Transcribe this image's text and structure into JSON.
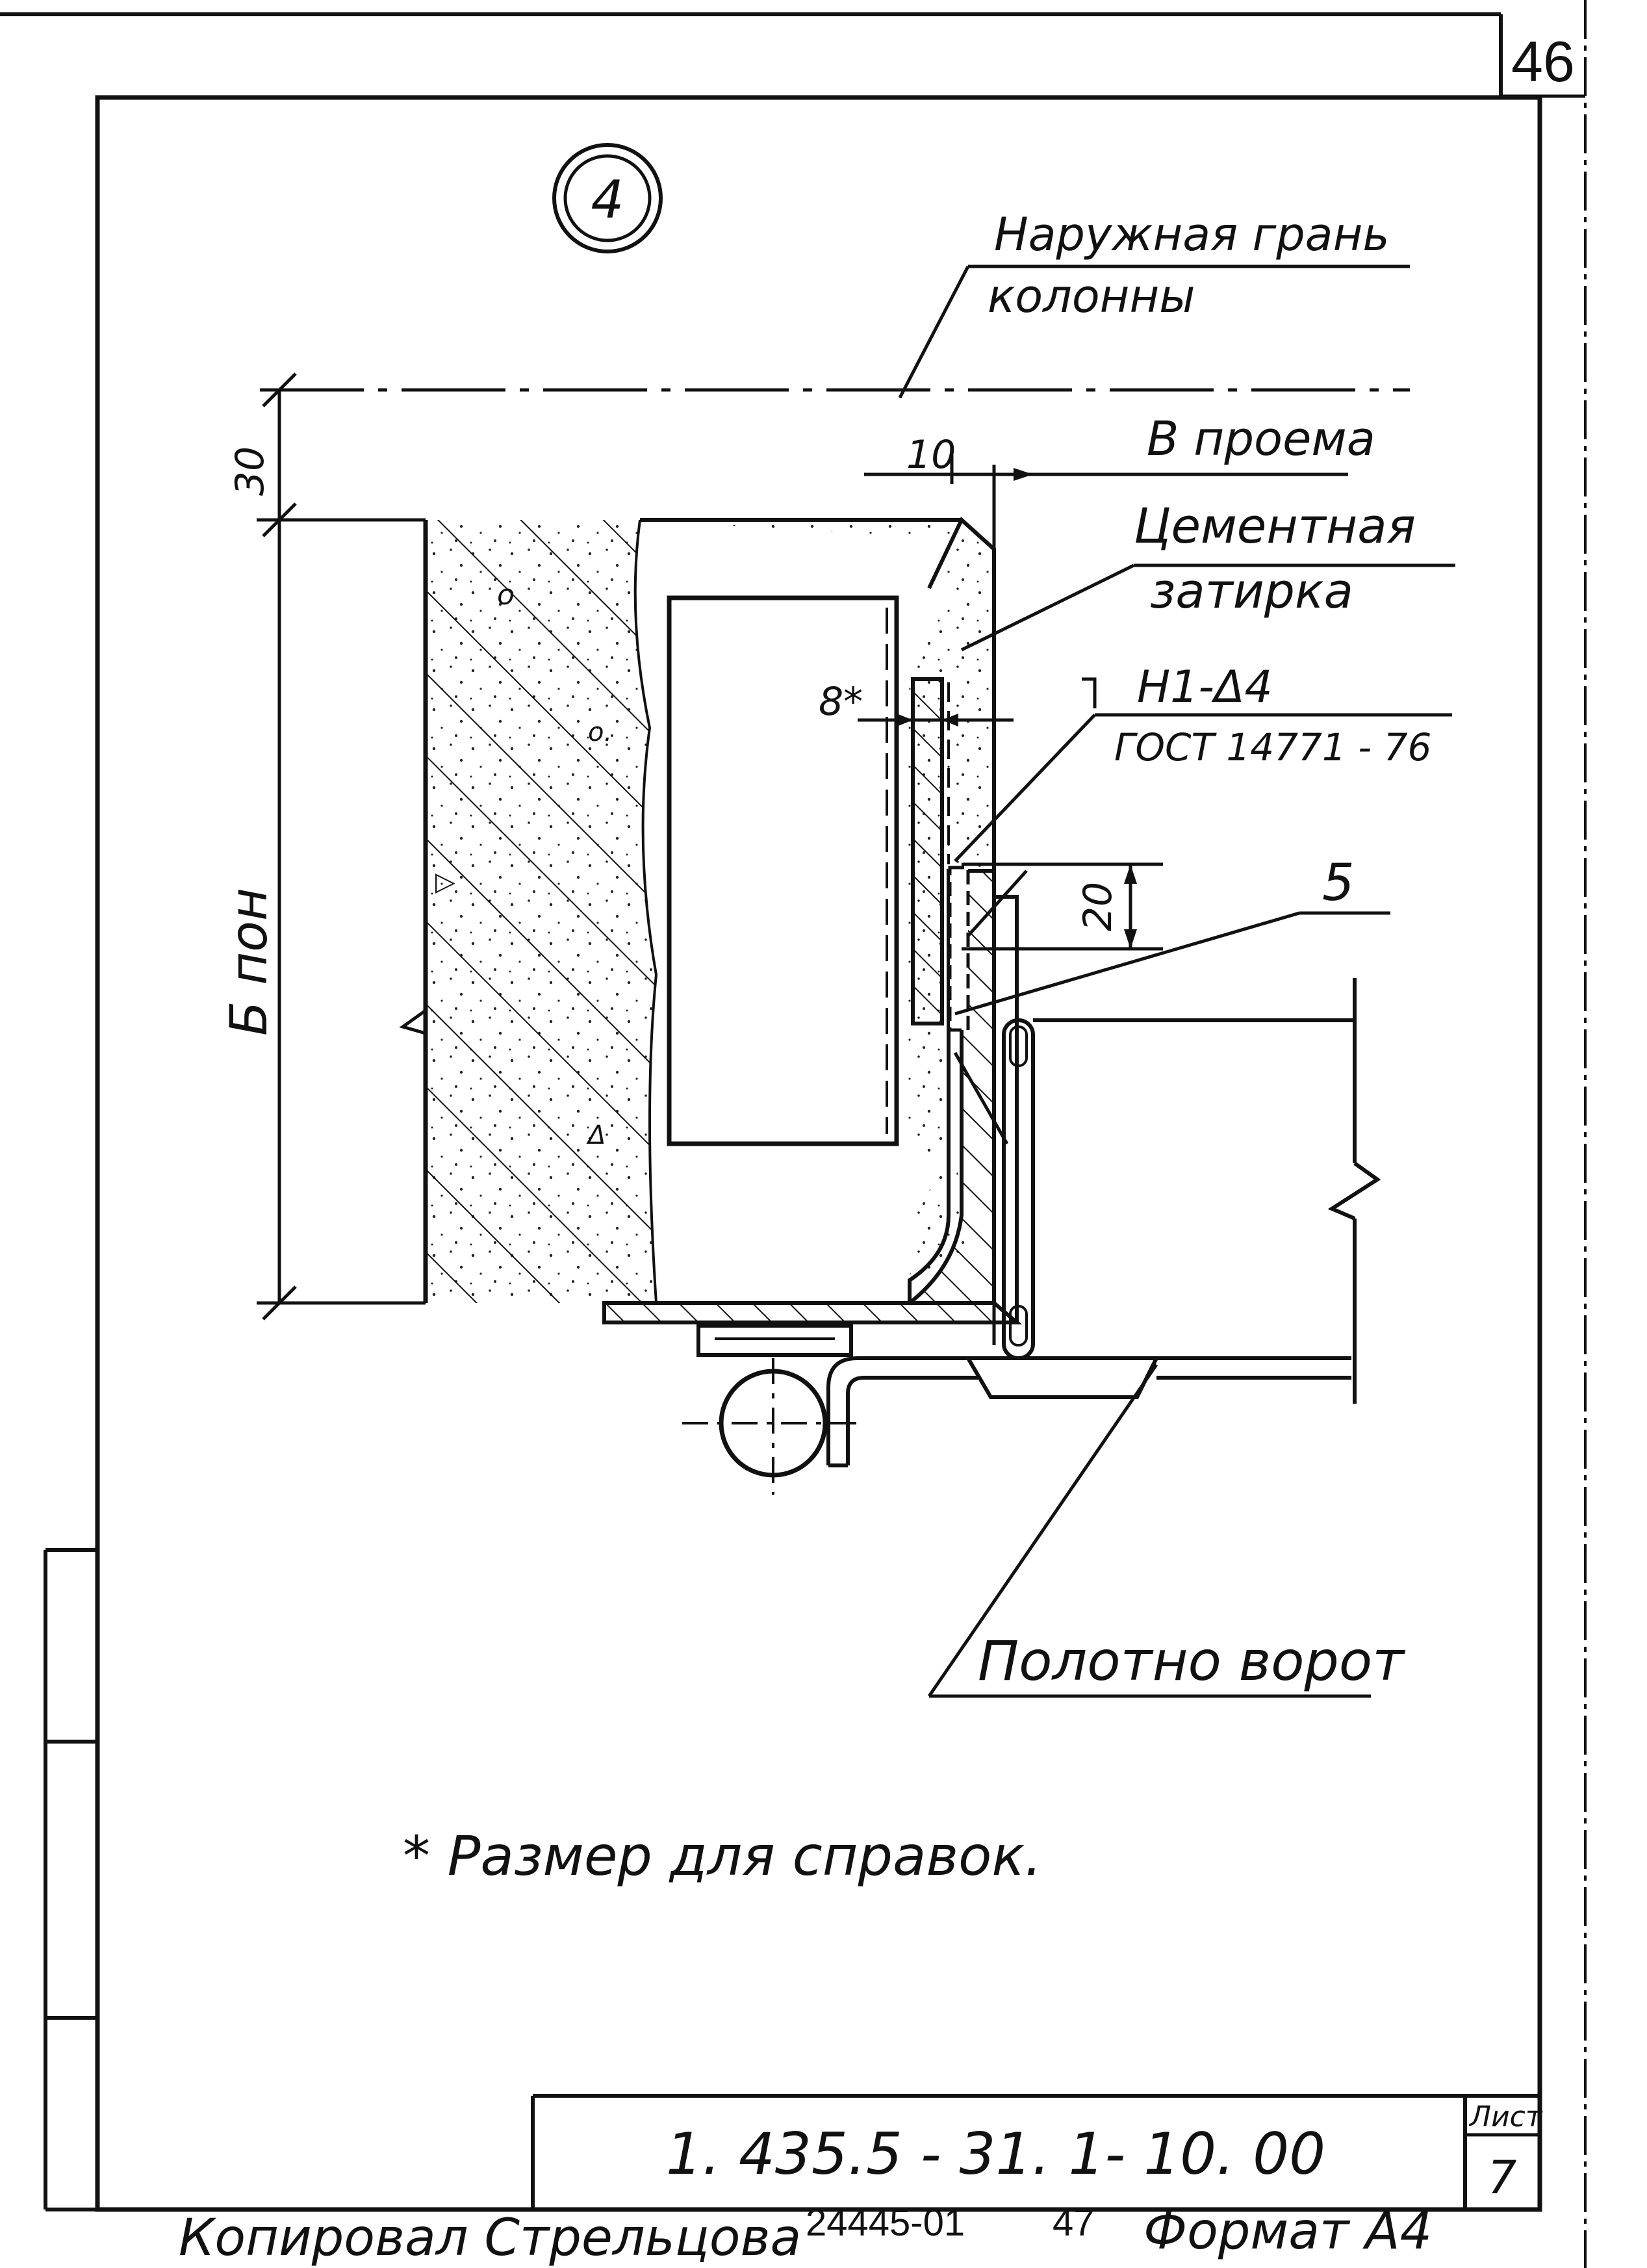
{
  "page_number": "46",
  "detail_marker": "4",
  "labels": {
    "outer_face_line1": "Наружная  грань",
    "outer_face_line2": "колонны",
    "opening_width": "В проема",
    "cement_line1": "Цементная",
    "cement_line2": "затирка",
    "weld_line1": "Н1-Δ4",
    "weld_line2": "ГОСТ 14771 - 76",
    "part_number": "5",
    "gate_leaf": "Полотно  ворот",
    "column_width": "Б пон"
  },
  "dimensions": {
    "top_offset": "30",
    "gap": "10",
    "ref_thickness": "8*",
    "weld_length": "20"
  },
  "footnote": "* Размер для справок.",
  "title_block": {
    "document_code": "1. 435.5 -  31. 1-  10. 00",
    "sheet_label": "Лист",
    "sheet_number": "7"
  },
  "bottom": {
    "copied_by": "Копировал Стрельцова",
    "archive_number": "24445-01",
    "archive_page": "47",
    "format": "Формат А4"
  }
}
